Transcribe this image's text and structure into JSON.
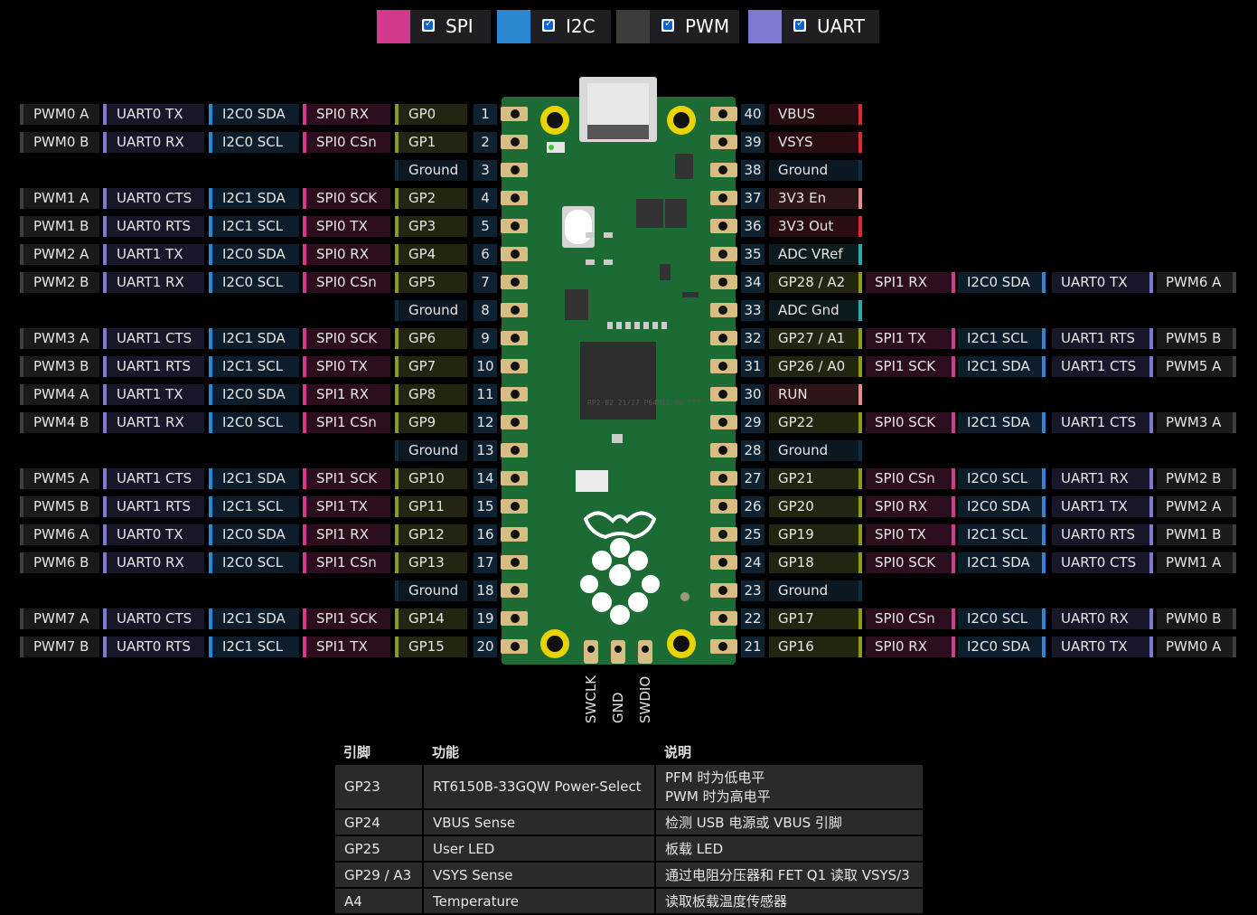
{
  "legend": [
    {
      "label": "SPI",
      "color": "#d33a8b",
      "checked": true
    },
    {
      "label": "I2C",
      "color": "#2b88d0",
      "checked": true
    },
    {
      "label": "PWM",
      "color": "#3c3c3c",
      "checked": true
    },
    {
      "label": "UART",
      "color": "#7e7ad2",
      "checked": true
    }
  ],
  "left_pins": [
    {
      "num": "1",
      "gpio": "GP0",
      "spi": "SPI0 RX",
      "i2c": "I2C0 SDA",
      "uart": "UART0 TX",
      "pwm": "PWM0 A"
    },
    {
      "num": "2",
      "gpio": "GP1",
      "spi": "SPI0 CSn",
      "i2c": "I2C0 SCL",
      "uart": "UART0 RX",
      "pwm": "PWM0 B"
    },
    {
      "num": "3",
      "gpio": "Ground",
      "type": "gnd"
    },
    {
      "num": "4",
      "gpio": "GP2",
      "spi": "SPI0 SCK",
      "i2c": "I2C1 SDA",
      "uart": "UART0 CTS",
      "pwm": "PWM1 A"
    },
    {
      "num": "5",
      "gpio": "GP3",
      "spi": "SPI0 TX",
      "i2c": "I2C1 SCL",
      "uart": "UART0 RTS",
      "pwm": "PWM1 B"
    },
    {
      "num": "6",
      "gpio": "GP4",
      "spi": "SPI0 RX",
      "i2c": "I2C0 SDA",
      "uart": "UART1 TX",
      "pwm": "PWM2 A"
    },
    {
      "num": "7",
      "gpio": "GP5",
      "spi": "SPI0 CSn",
      "i2c": "I2C0 SCL",
      "uart": "UART1 RX",
      "pwm": "PWM2 B"
    },
    {
      "num": "8",
      "gpio": "Ground",
      "type": "gnd"
    },
    {
      "num": "9",
      "gpio": "GP6",
      "spi": "SPI0 SCK",
      "i2c": "I2C1 SDA",
      "uart": "UART1 CTS",
      "pwm": "PWM3 A"
    },
    {
      "num": "10",
      "gpio": "GP7",
      "spi": "SPI0 TX",
      "i2c": "I2C1 SCL",
      "uart": "UART1 RTS",
      "pwm": "PWM3 B"
    },
    {
      "num": "11",
      "gpio": "GP8",
      "spi": "SPI1 RX",
      "i2c": "I2C0 SDA",
      "uart": "UART1 TX",
      "pwm": "PWM4 A"
    },
    {
      "num": "12",
      "gpio": "GP9",
      "spi": "SPI1 CSn",
      "i2c": "I2C0 SCL",
      "uart": "UART1 RX",
      "pwm": "PWM4 B"
    },
    {
      "num": "13",
      "gpio": "Ground",
      "type": "gnd"
    },
    {
      "num": "14",
      "gpio": "GP10",
      "spi": "SPI1 SCK",
      "i2c": "I2C1 SDA",
      "uart": "UART1 CTS",
      "pwm": "PWM5 A"
    },
    {
      "num": "15",
      "gpio": "GP11",
      "spi": "SPI1 TX",
      "i2c": "I2C1 SCL",
      "uart": "UART1 RTS",
      "pwm": "PWM5 B"
    },
    {
      "num": "16",
      "gpio": "GP12",
      "spi": "SPI1 RX",
      "i2c": "I2C0 SDA",
      "uart": "UART0 TX",
      "pwm": "PWM6 A"
    },
    {
      "num": "17",
      "gpio": "GP13",
      "spi": "SPI1 CSn",
      "i2c": "I2C0 SCL",
      "uart": "UART0 RX",
      "pwm": "PWM6 B"
    },
    {
      "num": "18",
      "gpio": "Ground",
      "type": "gnd"
    },
    {
      "num": "19",
      "gpio": "GP14",
      "spi": "SPI1 SCK",
      "i2c": "I2C1 SDA",
      "uart": "UART0 CTS",
      "pwm": "PWM7 A"
    },
    {
      "num": "20",
      "gpio": "GP15",
      "spi": "SPI1 TX",
      "i2c": "I2C1 SCL",
      "uart": "UART0 RTS",
      "pwm": "PWM7 B"
    }
  ],
  "right_pins": [
    {
      "num": "40",
      "name": "VBUS",
      "type": "pwr"
    },
    {
      "num": "39",
      "name": "VSYS",
      "type": "pwr"
    },
    {
      "num": "38",
      "name": "Ground",
      "type": "gnd"
    },
    {
      "num": "37",
      "name": "3V3 En",
      "type": "en"
    },
    {
      "num": "36",
      "name": "3V3 Out",
      "type": "pwr"
    },
    {
      "num": "35",
      "name": "ADC VRef",
      "type": "adc"
    },
    {
      "num": "34",
      "name": "GP28 / A2",
      "type": "gpio",
      "spi": "SPI1 RX",
      "i2c": "I2C0 SDA",
      "uart": "UART0 TX",
      "pwm": "PWM6 A"
    },
    {
      "num": "33",
      "name": "ADC Gnd",
      "type": "adc"
    },
    {
      "num": "32",
      "name": "GP27 / A1",
      "type": "gpio",
      "spi": "SPI1 TX",
      "i2c": "I2C1 SCL",
      "uart": "UART1 RTS",
      "pwm": "PWM5 B"
    },
    {
      "num": "31",
      "name": "GP26 / A0",
      "type": "gpio",
      "spi": "SPI1 SCK",
      "i2c": "I2C1 SDA",
      "uart": "UART1 CTS",
      "pwm": "PWM5 A"
    },
    {
      "num": "30",
      "name": "RUN",
      "type": "en"
    },
    {
      "num": "29",
      "name": "GP22",
      "type": "gpio",
      "spi": "SPI0 SCK",
      "i2c": "I2C1 SDA",
      "uart": "UART1 CTS",
      "pwm": "PWM3 A"
    },
    {
      "num": "28",
      "name": "Ground",
      "type": "gnd"
    },
    {
      "num": "27",
      "name": "GP21",
      "type": "gpio",
      "spi": "SPI0 CSn",
      "i2c": "I2C0 SCL",
      "uart": "UART1 RX",
      "pwm": "PWM2 B"
    },
    {
      "num": "26",
      "name": "GP20",
      "type": "gpio",
      "spi": "SPI0 RX",
      "i2c": "I2C0 SDA",
      "uart": "UART1 TX",
      "pwm": "PWM2 A"
    },
    {
      "num": "25",
      "name": "GP19",
      "type": "gpio",
      "spi": "SPI0 TX",
      "i2c": "I2C1 SCL",
      "uart": "UART0 RTS",
      "pwm": "PWM1 B"
    },
    {
      "num": "24",
      "name": "GP18",
      "type": "gpio",
      "spi": "SPI0 SCK",
      "i2c": "I2C1 SDA",
      "uart": "UART0 CTS",
      "pwm": "PWM1 A"
    },
    {
      "num": "23",
      "name": "Ground",
      "type": "gnd"
    },
    {
      "num": "22",
      "name": "GP17",
      "type": "gpio",
      "spi": "SPI0 CSn",
      "i2c": "I2C0 SCL",
      "uart": "UART0 RX",
      "pwm": "PWM0 B"
    },
    {
      "num": "21",
      "name": "GP16",
      "type": "gpio",
      "spi": "SPI0 RX",
      "i2c": "I2C0 SDA",
      "uart": "UART0 TX",
      "pwm": "PWM0 A"
    }
  ],
  "debug_pins": [
    "SWCLK",
    "GND",
    "SWDIO"
  ],
  "chip_marking": [
    "RP2-B2  21/27",
    "P64M15.00 TTT"
  ],
  "table": {
    "headers": [
      "引脚",
      "功能",
      "说明"
    ],
    "rows": [
      {
        "pin": "GP23",
        "func": "RT6150B-33GQW Power-Select",
        "desc": [
          "PFM 时为低电平",
          "PWM 时为高电平"
        ]
      },
      {
        "pin": "GP24",
        "func": "VBUS Sense",
        "desc": [
          "检测 USB 电源或 VBUS 引脚"
        ]
      },
      {
        "pin": "GP25",
        "func": "User LED",
        "desc": [
          "板载 LED"
        ]
      },
      {
        "pin": "GP29 / A3",
        "func": "VSYS Sense",
        "desc": [
          "通过电阻分压器和 FET Q1 读取 VSYS/3"
        ]
      },
      {
        "pin": "A4",
        "func": "Temperature",
        "desc": [
          "读取板载温度传感器"
        ]
      }
    ]
  }
}
